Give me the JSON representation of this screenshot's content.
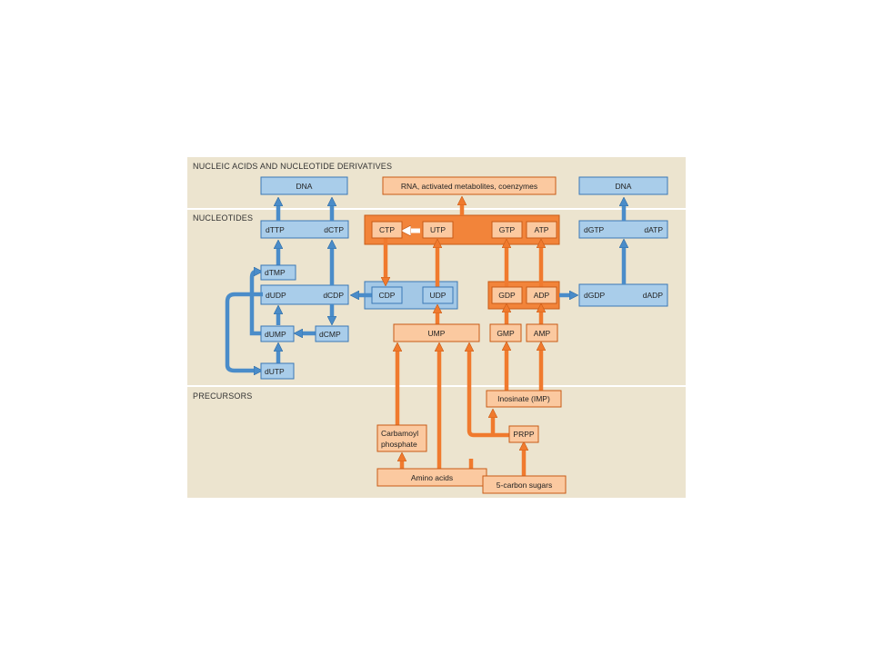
{
  "colors": {
    "background": "#ece4cf",
    "band_line": "#ffffff",
    "blue_box": "#a9cdea",
    "blue_border": "#3a78b5",
    "blue_arrow": "#4a8cc9",
    "orange_box": "#fbc9a0",
    "orange_border": "#c85a16",
    "orange_arrow": "#f07a2e",
    "orange_group": "#f2843a",
    "blue_group": "#a3c8e6"
  },
  "sections": {
    "derivatives": "NUCLEIC ACIDS AND NUCLEOTIDE DERIVATIVES",
    "nucleotides": "NUCLEOTIDES",
    "precursors": "PRECURSORS"
  },
  "boxes": {
    "dna_left": "DNA",
    "rna": "RNA, activated metabolites, coenzymes",
    "dna_right": "DNA",
    "dttp": "dTTP",
    "dctp": "dCTP",
    "dtmp": "dTMP",
    "dudp": "dUDP",
    "dcdp": "dCDP",
    "dump": "dUMP",
    "dcmp": "dCMP",
    "dutp": "dUTP",
    "ctp": "CTP",
    "utp": "UTP",
    "gtp": "GTP",
    "atp": "ATP",
    "cdp": "CDP",
    "udp": "UDP",
    "gdp": "GDP",
    "adp": "ADP",
    "ump": "UMP",
    "gmp": "GMP",
    "amp": "AMP",
    "dgtp": "dGTP",
    "datp": "dATP",
    "dgdp": "dGDP",
    "dadp": "dADP",
    "imp": "Inosinate (IMP)",
    "prpp": "PRPP",
    "carbamoyl_line1": "Carbamoyl",
    "carbamoyl_line2": "phosphate",
    "amino_acids": "Amino acids",
    "sugars": "5-carbon sugars"
  }
}
